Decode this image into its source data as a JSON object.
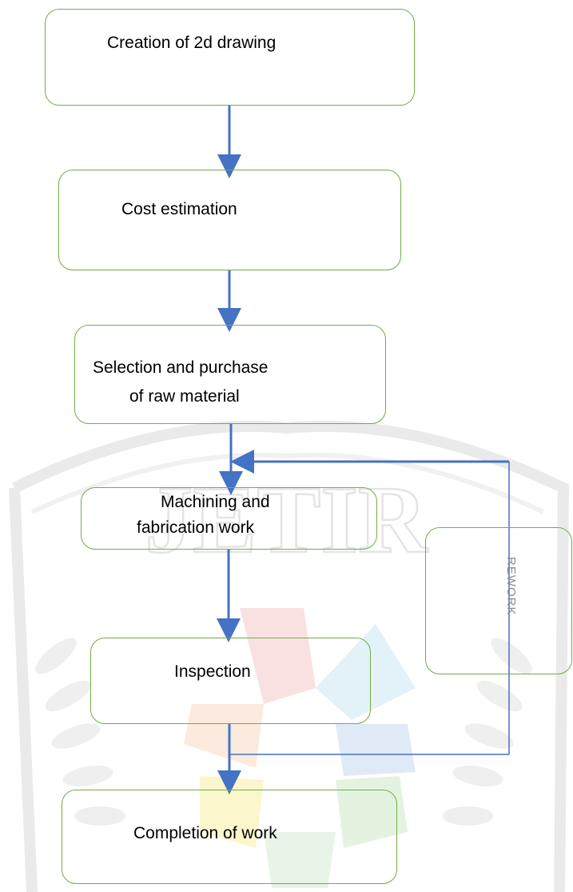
{
  "diagram": {
    "steps": [
      {
        "id": "drawing",
        "label": "Creation of 2d drawing"
      },
      {
        "id": "cost",
        "label": "Cost estimation"
      },
      {
        "id": "selection",
        "label_lines": [
          "Selection and purchase",
          "of raw material"
        ]
      },
      {
        "id": "machining",
        "label_lines": [
          "Machining and",
          "fabrication work"
        ]
      },
      {
        "id": "inspection",
        "label": "Inspection"
      },
      {
        "id": "completion",
        "label": "Completion of work"
      }
    ],
    "rework": {
      "label": "REWORK"
    },
    "watermark": {
      "label": "JETIR"
    }
  },
  "colors": {
    "box_border": "#70ad47",
    "arrow": "#4472c4",
    "text": "#000000",
    "rework_text": "#8c8c8c",
    "watermark_outline": "#dcdcdc"
  }
}
